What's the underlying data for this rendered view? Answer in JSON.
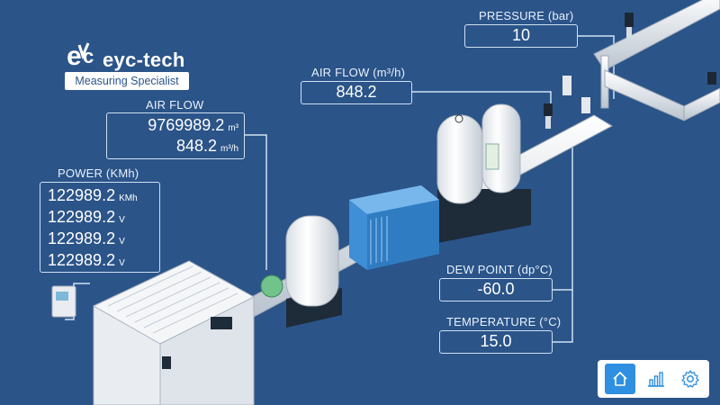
{
  "brand": {
    "name": "eyc-tech",
    "tagline": "Measuring Specialist",
    "logo_mark": "eyc"
  },
  "readings": {
    "pressure": {
      "label": "PRESSURE (bar)",
      "value": "10"
    },
    "air_flow_top": {
      "label": "AIR FLOW (m³/h)",
      "value": "848.2"
    },
    "air_flow_main": {
      "label": "AIR FLOW",
      "total": "9769989.2",
      "total_unit": "m³",
      "rate": "848.2",
      "rate_unit": "m³/h"
    },
    "power": {
      "label": "POWER (KMh)",
      "rows": [
        {
          "value": "122989.2",
          "unit": "KMh"
        },
        {
          "value": "122989.2",
          "unit": "V"
        },
        {
          "value": "122989.2",
          "unit": "V"
        },
        {
          "value": "122989.2",
          "unit": "V"
        }
      ]
    },
    "dew_point": {
      "label": "DEW POINT (dp°C)",
      "value": "-60.0"
    },
    "temperature": {
      "label": "TEMPERATURE (°C)",
      "value": "15.0"
    }
  },
  "nav": {
    "items": [
      {
        "icon": "home-icon",
        "active": true
      },
      {
        "icon": "bar-chart-icon",
        "active": false
      },
      {
        "icon": "gear-icon",
        "active": false
      }
    ]
  },
  "colors": {
    "background": "#2b5489",
    "box_border": "#cfe1f2",
    "accent": "#2f8fe0",
    "dryer_blue": "#3f8fd6"
  }
}
